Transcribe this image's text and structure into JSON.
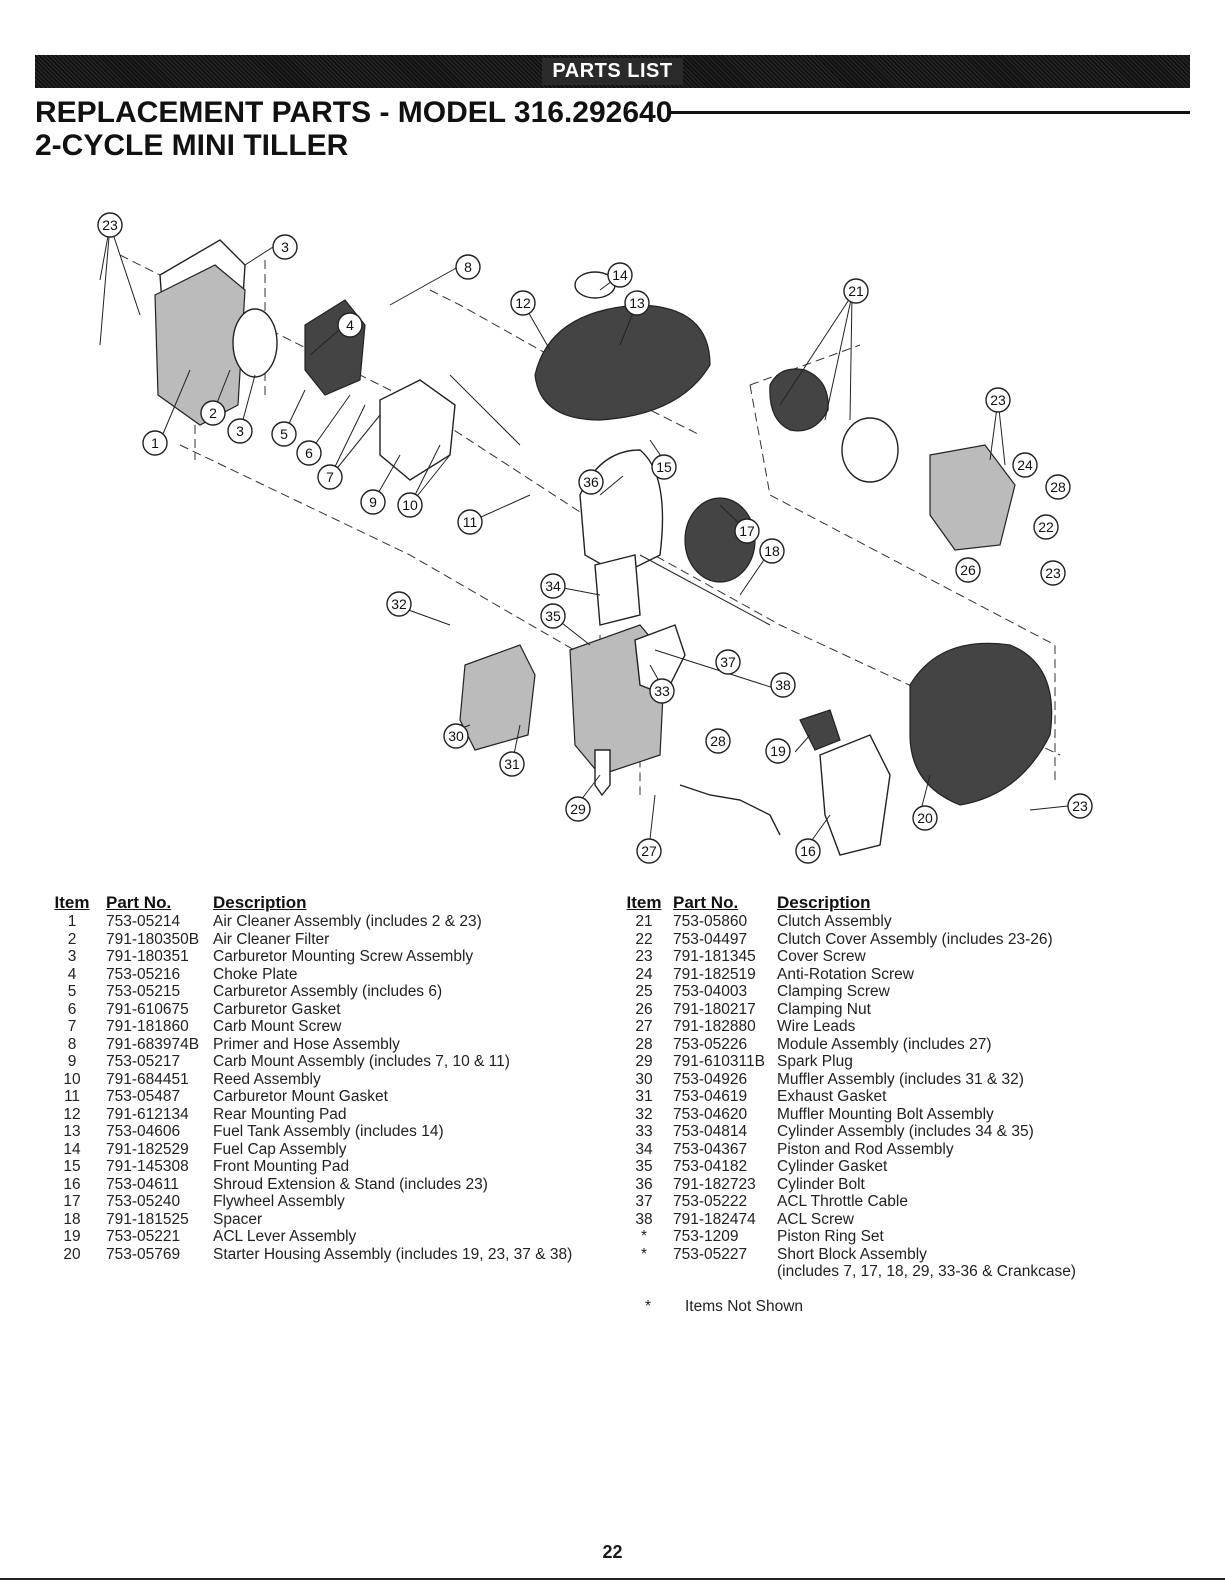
{
  "banner": "PARTS LIST",
  "title_line1": "REPLACEMENT PARTS - MODEL 316.292640",
  "title_line2": "2-CYCLE MINI TILLER",
  "table_headers": {
    "item": "Item",
    "part_no": "Part No.",
    "description": "Description"
  },
  "parts_left": [
    {
      "item": "1",
      "part": "753-05214",
      "desc": "Air Cleaner Assembly (includes 2 & 23)"
    },
    {
      "item": "2",
      "part": "791-180350B",
      "desc": "Air Cleaner Filter"
    },
    {
      "item": "3",
      "part": "791-180351",
      "desc": "Carburetor Mounting Screw Assembly"
    },
    {
      "item": "4",
      "part": "753-05216",
      "desc": "Choke Plate"
    },
    {
      "item": "5",
      "part": "753-05215",
      "desc": "Carburetor Assembly  (includes 6)"
    },
    {
      "item": "6",
      "part": "791-610675",
      "desc": "Carburetor Gasket"
    },
    {
      "item": "7",
      "part": "791-181860",
      "desc": "Carb Mount Screw"
    },
    {
      "item": "8",
      "part": "791-683974B",
      "desc": "Primer and Hose Assembly"
    },
    {
      "item": "9",
      "part": "753-05217",
      "desc": "Carb Mount Assembly (includes 7, 10 & 11)"
    },
    {
      "item": "10",
      "part": "791-684451",
      "desc": "Reed Assembly"
    },
    {
      "item": "11",
      "part": "753-05487",
      "desc": "Carburetor Mount Gasket"
    },
    {
      "item": "12",
      "part": "791-612134",
      "desc": "Rear Mounting Pad"
    },
    {
      "item": "13",
      "part": "753-04606",
      "desc": "Fuel Tank Assembly (includes 14)"
    },
    {
      "item": "14",
      "part": "791-182529",
      "desc": "Fuel Cap Assembly"
    },
    {
      "item": "15",
      "part": "791-145308",
      "desc": "Front Mounting Pad"
    },
    {
      "item": "16",
      "part": "753-04611",
      "desc": "Shroud Extension & Stand (includes 23)"
    },
    {
      "item": "17",
      "part": "753-05240",
      "desc": "Flywheel Assembly"
    },
    {
      "item": "18",
      "part": "791-181525",
      "desc": "Spacer"
    },
    {
      "item": "19",
      "part": "753-05221",
      "desc": "ACL Lever Assembly"
    },
    {
      "item": "20",
      "part": "753-05769",
      "desc": "Starter Housing Assembly (includes 19, 23, 37 & 38)"
    }
  ],
  "parts_right": [
    {
      "item": "21",
      "part": "753-05860",
      "desc": "Clutch Assembly"
    },
    {
      "item": "22",
      "part": "753-04497",
      "desc": "Clutch Cover Assembly (includes 23-26)"
    },
    {
      "item": "23",
      "part": "791-181345",
      "desc": "Cover Screw"
    },
    {
      "item": "24",
      "part": "791-182519",
      "desc": "Anti-Rotation Screw"
    },
    {
      "item": "25",
      "part": "753-04003",
      "desc": "Clamping Screw"
    },
    {
      "item": "26",
      "part": "791-180217",
      "desc": "Clamping Nut"
    },
    {
      "item": "27",
      "part": "791-182880",
      "desc": "Wire Leads"
    },
    {
      "item": "28",
      "part": "753-05226",
      "desc": "Module Assembly (includes 27)"
    },
    {
      "item": "29",
      "part": "791-610311B",
      "desc": "Spark Plug"
    },
    {
      "item": "30",
      "part": "753-04926",
      "desc": "Muffler Assembly (includes 31 & 32)"
    },
    {
      "item": "31",
      "part": "753-04619",
      "desc": "Exhaust Gasket"
    },
    {
      "item": "32",
      "part": "753-04620",
      "desc": "Muffler Mounting Bolt Assembly"
    },
    {
      "item": "33",
      "part": "753-04814",
      "desc": "Cylinder Assembly (includes 34 & 35)"
    },
    {
      "item": "34",
      "part": "753-04367",
      "desc": "Piston and Rod Assembly"
    },
    {
      "item": "35",
      "part": "753-04182",
      "desc": "Cylinder Gasket"
    },
    {
      "item": "36",
      "part": "791-182723",
      "desc": "Cylinder Bolt"
    },
    {
      "item": "37",
      "part": "753-05222",
      "desc": "ACL Throttle Cable"
    },
    {
      "item": "38",
      "part": "791-182474",
      "desc": "ACL Screw"
    },
    {
      "item": "*",
      "part": "753-1209",
      "desc": "Piston Ring Set"
    },
    {
      "item": "*",
      "part": "753-05227",
      "desc": "Short Block Assembly"
    }
  ],
  "short_block_note": "(includes 7, 17, 18, 29, 33-36 & Crankcase)",
  "footnote_mark": "*",
  "footnote_text": "Items Not Shown",
  "page_number": "22",
  "callouts": [
    "23",
    "3",
    "4",
    "8",
    "12",
    "14",
    "13",
    "21",
    "23",
    "24",
    "28",
    "22",
    "26",
    "23",
    "1",
    "2",
    "3",
    "5",
    "6",
    "7",
    "9",
    "10",
    "11",
    "36",
    "15",
    "17",
    "18",
    "32",
    "34",
    "35",
    "37",
    "38",
    "33",
    "30",
    "31",
    "28",
    "19",
    "29",
    "27",
    "16",
    "20",
    "23"
  ]
}
